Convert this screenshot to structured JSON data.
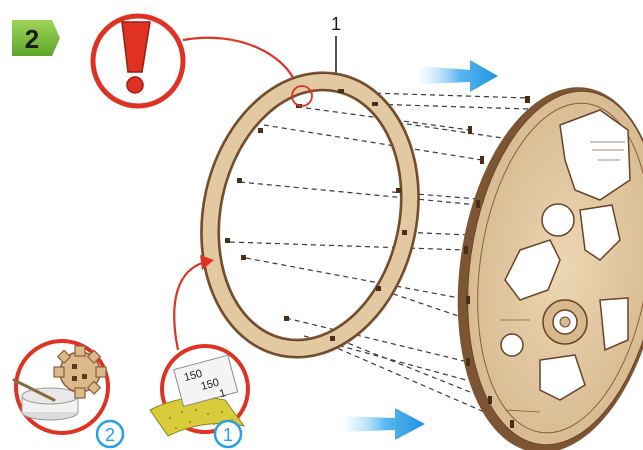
{
  "step": {
    "number": "2"
  },
  "callout": {
    "part_number": "1"
  },
  "sandpaper": {
    "grit_a": "150",
    "grit_b": "150",
    "grit_c": "1",
    "badge": "1"
  },
  "glue": {
    "badge": "2"
  },
  "colors": {
    "step_badge_green": "#7bbf3b",
    "warning_red": "#e03222",
    "arrow_blue": "#2a9fe6",
    "wood": "#dcc099",
    "wood_edge": "#8a5e3b",
    "sandpaper": "#d8cc3a",
    "badge_blue": "#2a9fe6"
  },
  "icons": [
    "exclamation-icon",
    "flow-arrow-icon",
    "sandpaper-icon",
    "glue-icon",
    "gear-part-icon"
  ]
}
